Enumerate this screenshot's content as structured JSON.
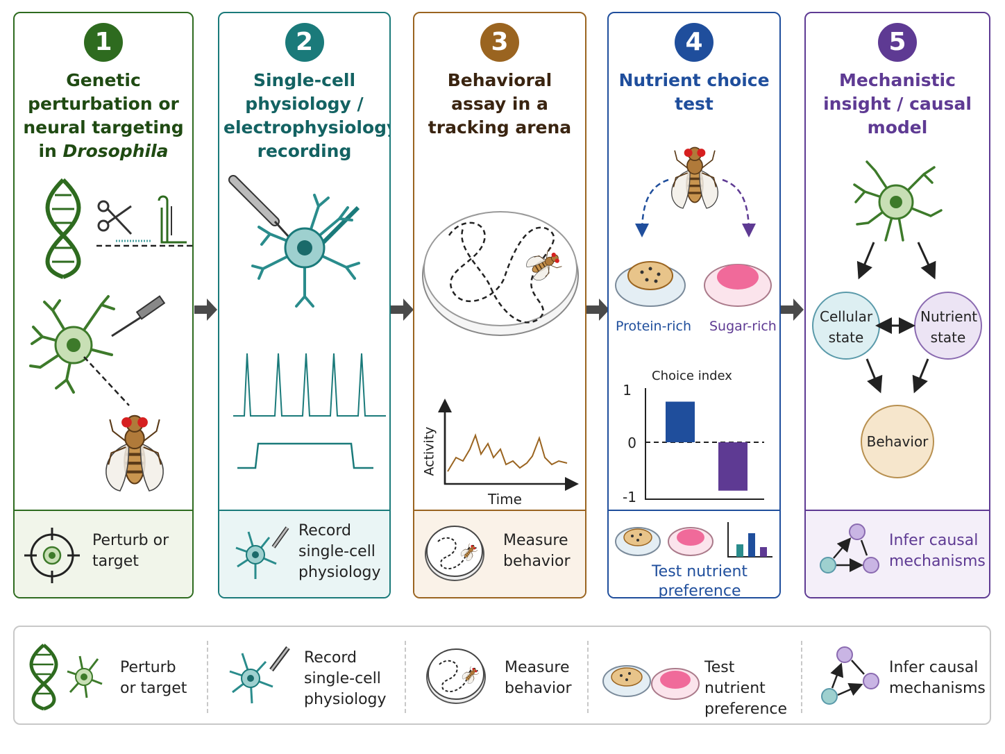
{
  "panels": [
    {
      "number": "1",
      "title_pre": "Genetic perturbation or neural targeting in ",
      "title_italic": "Drosophila",
      "footer": "Perturb or target",
      "color": "#2e6b1f"
    },
    {
      "number": "2",
      "title": "Single-cell physiology / electrophysiology recording",
      "footer": "Record single-cell physiology",
      "color": "#1a7a7a"
    },
    {
      "number": "3",
      "title": "Behavioral assay in a tracking arena",
      "footer": "Measure behavior",
      "color": "#9a6420"
    },
    {
      "number": "4",
      "title": "Nutrient choice test",
      "footer": "Test nutrient preference",
      "color": "#1f4e9c"
    },
    {
      "number": "5",
      "title": "Mechanistic insight / causal model",
      "footer": "Infer causal mechanisms",
      "color": "#5e3a93"
    }
  ],
  "panel3_plot": {
    "ylabel": "Activity",
    "xlabel": "Time"
  },
  "panel4": {
    "option_left": "Protein-rich",
    "option_right": "Sugar-rich",
    "chart_title": "Choice index",
    "ticks": [
      "1",
      "0",
      "-1"
    ],
    "bars": [
      {
        "value": 0.75,
        "color": "#1f4e9c"
      },
      {
        "value": -0.85,
        "color": "#5e3a93"
      }
    ]
  },
  "panel5_nodes": {
    "cellular": "Cellular state",
    "nutrient": "Nutrient state",
    "behavior": "Behavior"
  },
  "legend": [
    {
      "label": "Perturb or target"
    },
    {
      "label": "Record single-cell physiology"
    },
    {
      "label": "Measure behavior"
    },
    {
      "label": "Test nutrient preference"
    },
    {
      "label": "Infer causal mechanisms"
    }
  ],
  "colors": {
    "green": "#2e6b1f",
    "teal": "#1a7a7a",
    "brown": "#9a6420",
    "blue": "#1f4e9c",
    "purple": "#5e3a93",
    "arrow": "#4a4a4a"
  }
}
